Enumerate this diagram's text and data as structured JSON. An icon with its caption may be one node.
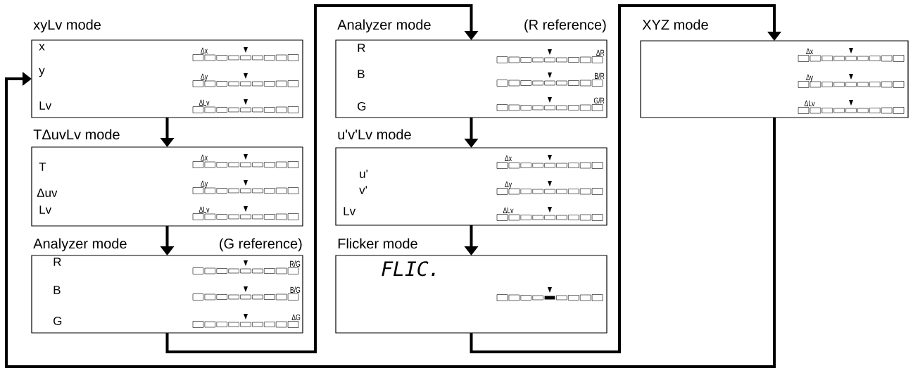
{
  "diagram": {
    "nodes": [
      {
        "text": [
          "xyLv mode",
          "x",
          "Δx",
          "y",
          "Δy",
          "Lv",
          "ΔLv"
        ]
      },
      {
        "text": [
          "TΔuvLv mode",
          "T",
          "Δx",
          "Δuv",
          "Δy",
          "Lv",
          "ΔLv"
        ]
      },
      {
        "text": [
          "Analyzer mode",
          "(G reference)",
          "R",
          "R/G",
          "B",
          "B/G",
          "G",
          "ΔG"
        ]
      },
      {
        "text": [
          "Analyzer mode",
          "(R reference)",
          "R",
          "ΔR",
          "B",
          "B/R",
          "G",
          "G/R"
        ]
      },
      {
        "text": [
          "u'v'Lv mode",
          "u'",
          "Δx",
          "v'",
          "Δy",
          "Lv",
          "ΔLv"
        ]
      },
      {
        "text": [
          "Flicker mode",
          "FLIC."
        ]
      },
      {
        "text": [
          "XYZ mode",
          "Δx",
          "Δy",
          "ΔLv"
        ]
      }
    ],
    "edges": [
      {
        "from": 0,
        "to": 1,
        "arrow": "to"
      },
      {
        "from": 1,
        "to": 2,
        "arrow": "to"
      },
      {
        "from": 2,
        "to": 3,
        "arrow": "to"
      },
      {
        "from": 3,
        "to": 4,
        "arrow": "to"
      },
      {
        "from": 4,
        "to": 5,
        "arrow": "to"
      },
      {
        "from": 5,
        "to": 6,
        "arrow": "to"
      },
      {
        "from": 6,
        "to": 0,
        "arrow": "to"
      }
    ]
  }
}
